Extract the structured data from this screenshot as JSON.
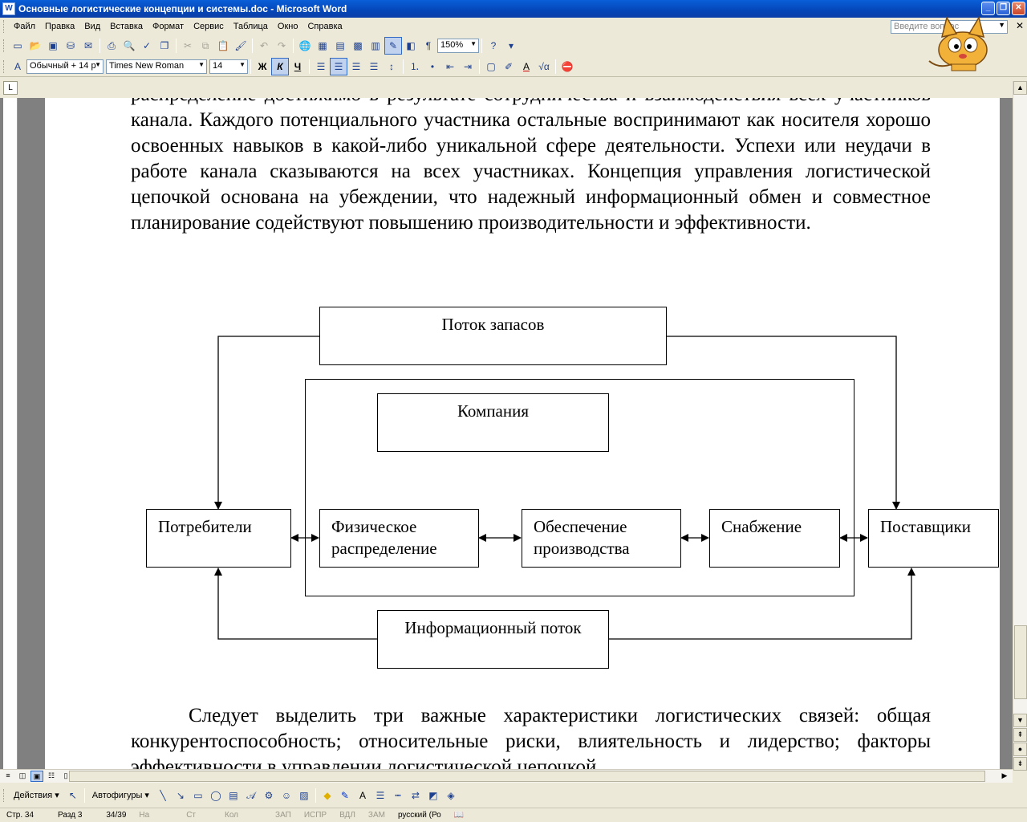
{
  "window": {
    "title": "Основные логистические концепции и системы.doc - Microsoft Word",
    "app_icon": "W"
  },
  "menu": [
    "Файл",
    "Правка",
    "Вид",
    "Вставка",
    "Формат",
    "Сервис",
    "Таблица",
    "Окно",
    "Справка"
  ],
  "ask_placeholder": "Введите вопрос",
  "toolbar": {
    "zoom": "150%",
    "style": "Обычный + 14 р",
    "font": "Times New Roman",
    "size": "14",
    "bold": "Ж",
    "italic": "К",
    "underline": "Ч"
  },
  "document": {
    "p1": "распределение достижимо в результате сотрудничества и взаимодействия всех участников канала. Каждого потенциального участника остальные воспринимают как носителя хорошо освоенных навыков в какой-либо уникальной сфере деятельности. Успехи или неудачи в работе канала сказываются на всех участниках. Концепция управления логистической цепочкой основана на убеждении, что надежный информационный обмен и совместное планирование содействуют повышению производительности и эффективности.",
    "p2": "Следует выделить три важные характеристики логистических связей: общая конкурентоспособность; относительные риски, влиятельность и лидерство; факторы эффективности в управлении логистической цепочкой."
  },
  "diagram": {
    "inventory_flow": "Поток запасов",
    "company": "Компания",
    "consumers": "Потребители",
    "physical_distribution": "Физическое распределение",
    "production_support": "Обеспечение производства",
    "procurement": "Снабжение",
    "suppliers": "Поставщики",
    "information_flow": "Информационный поток"
  },
  "drawbar": {
    "actions": "Действия",
    "autoshapes": "Автофигуры"
  },
  "status": {
    "page": "Стр. 34",
    "section": "Разд 3",
    "pages": "34/39",
    "at": "На",
    "line": "Ст",
    "col": "Кол",
    "rec": "ЗАП",
    "trk": "ИСПР",
    "ext": "ВДЛ",
    "ovr": "ЗАМ",
    "lang": "русский (Ро"
  }
}
